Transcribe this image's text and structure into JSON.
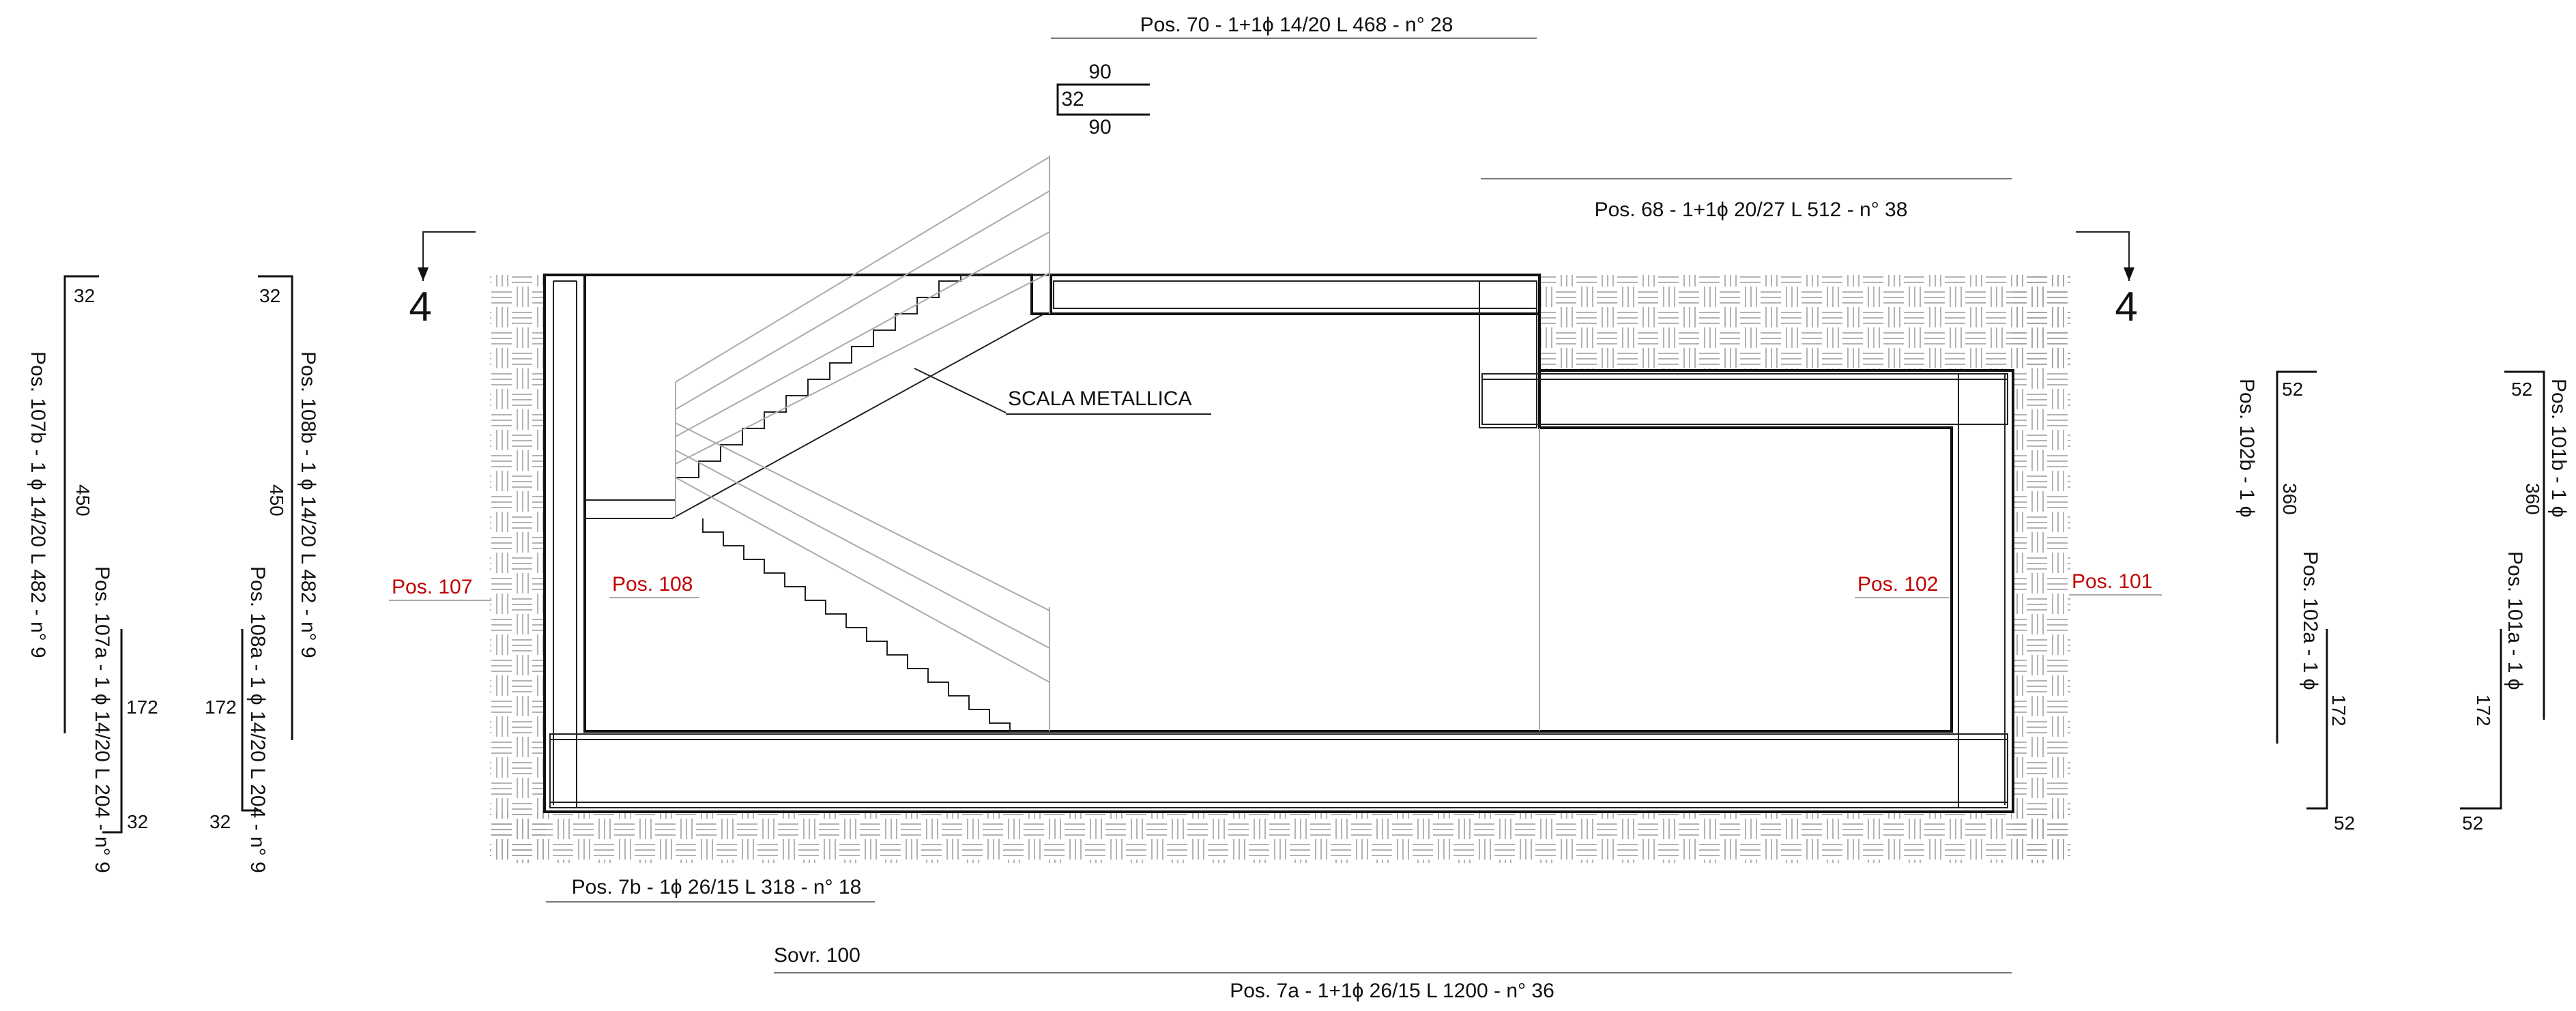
{
  "labels": {
    "pos70": "Pos. 70 - 1+1ϕ 14/20 L 468 - n° 28",
    "dim_90_top": "90",
    "dim_32": "32",
    "dim_90_bottom": "90",
    "pos68": "Pos. 68 - 1+1ϕ 20/27 L 512 - n° 38",
    "section_left": "4",
    "section_right": "4",
    "scala_metallica": "SCALA METALLICA",
    "pos107": "Pos. 107",
    "pos108": "Pos. 108",
    "pos102": "Pos. 102",
    "pos101": "Pos. 101",
    "pos7b": "Pos. 7b - 1ϕ 26/15 L 318 - n° 18",
    "sovr": "Sovr. 100",
    "pos7a": "Pos. 7a - 1+1ϕ 26/15 L 1200 - n° 36"
  },
  "bars_left": {
    "b107b_top": "32",
    "b107b_len": "450",
    "b107b_label": "Pos. 107b - 1 ϕ 14/20 L 482 - n° 9",
    "b107a_label": "Pos. 107a - 1 ϕ 14/20 L 204 - n° 9",
    "b107a_len": "172",
    "b107a_bottom": "32",
    "b108b_top": "32",
    "b108b_len": "450",
    "b108b_label": "Pos. 108b - 1 ϕ 14/20 L 482 - n° 9",
    "b108a_label": "Pos. 108a - 1 ϕ 14/20 L 204 - n° 9",
    "b108a_len": "172",
    "b108a_bottom": "32"
  },
  "bars_right": {
    "b102b_top": "52",
    "b102b_len": "360",
    "b102b_label": "Pos. 102b - 1 ϕ",
    "b102a_label": "Pos. 102a - 1 ϕ",
    "b102a_len": "172",
    "b102a_bottom": "52",
    "b101b_top": "52",
    "b101b_len": "360",
    "b101b_label": "Pos. 101b - 1 ϕ",
    "b101a_label": "Pos. 101a - 1 ϕ",
    "b101a_len": "172",
    "b101a_bottom": "52"
  }
}
